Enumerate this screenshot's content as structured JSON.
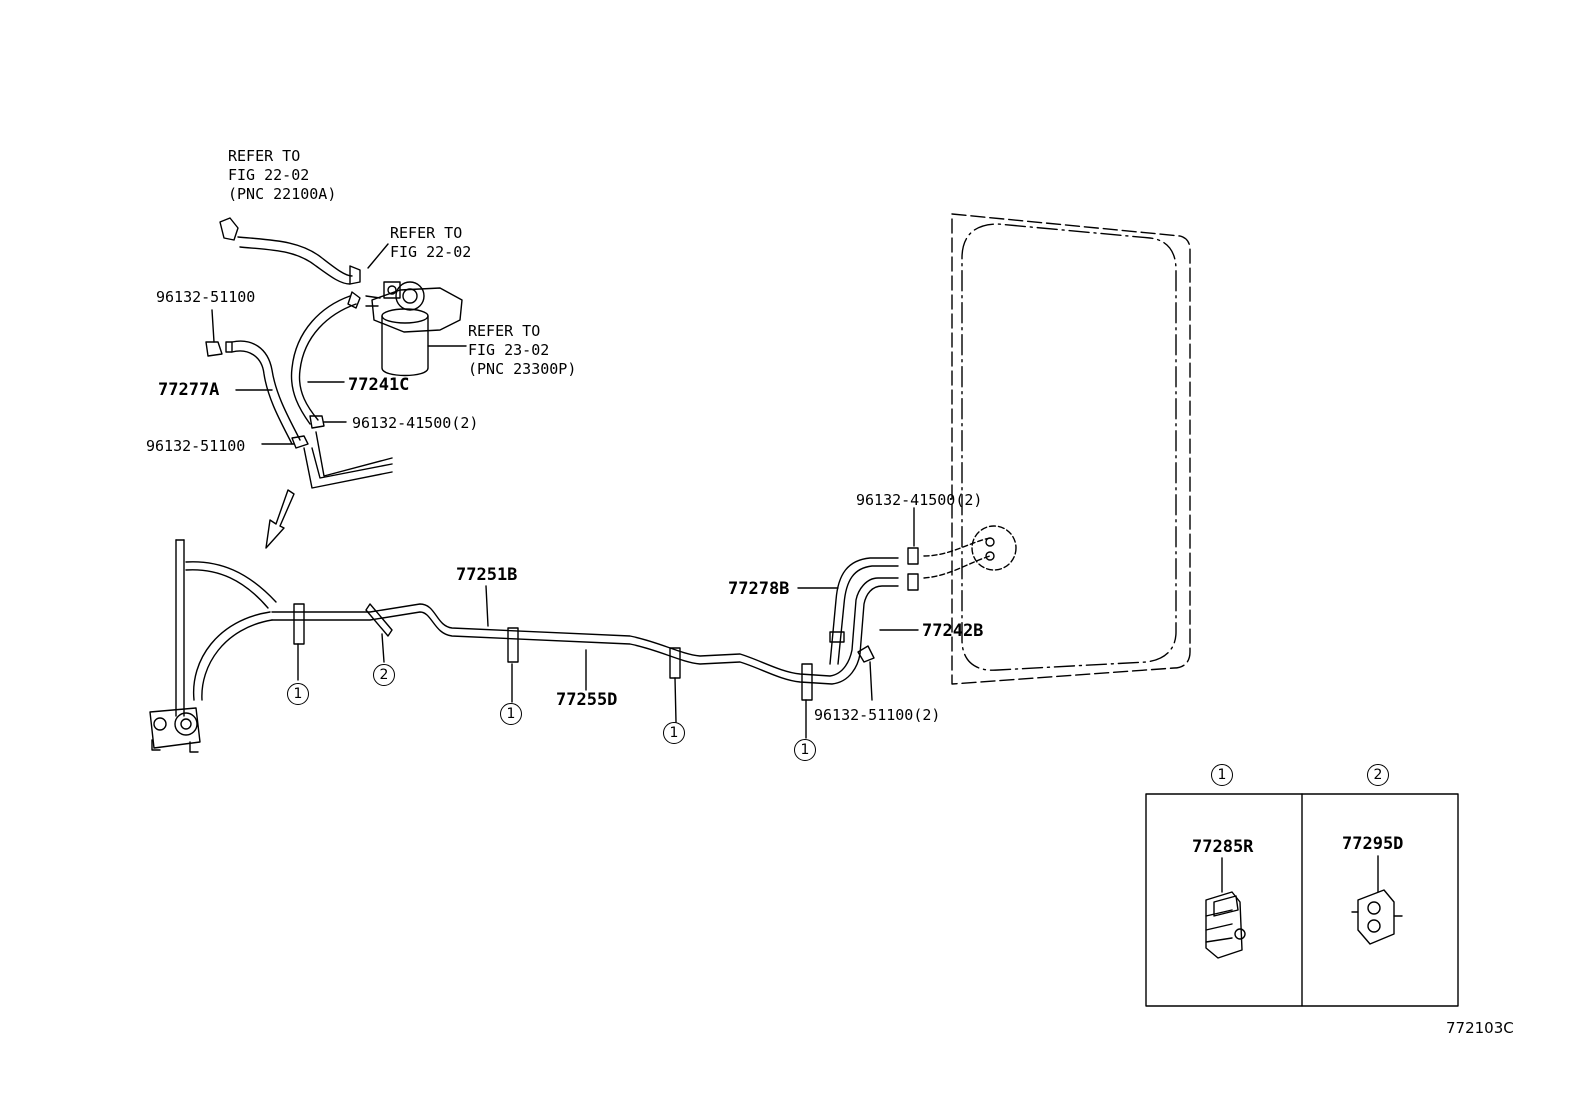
{
  "refs": {
    "top_line1": "REFER TO",
    "top_line2": "FIG 22-02",
    "top_line3": "(PNC 22100A)",
    "mid_line1": "REFER TO",
    "mid_line2": "FIG 22-02",
    "right_line1": "REFER TO",
    "right_line2": "FIG 23-02",
    "right_line3": "(PNC 23300P)"
  },
  "parts": {
    "p96132_51100_top": "96132-51100",
    "p77277A": "77277A",
    "p77241C": "77241C",
    "p96132_41500_left": "96132-41500(2)",
    "p96132_51100_left": "96132-51100",
    "p77251B": "77251B",
    "p77255D": "77255D",
    "p77278B": "77278B",
    "p96132_41500_right": "96132-41500(2)",
    "p77242B": "77242B",
    "p96132_51100_right": "96132-51100(2)"
  },
  "clamp_markers": {
    "one": "1",
    "two": "2"
  },
  "legend": {
    "marker_one": "1",
    "marker_two": "2",
    "part_one": "77285R",
    "part_two": "77295D"
  },
  "illustration_code": "772103C"
}
